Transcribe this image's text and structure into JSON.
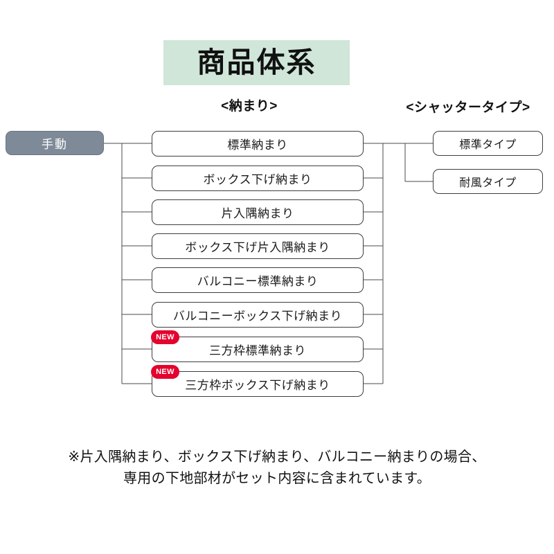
{
  "title": {
    "text": "商品体系",
    "banner_color": "#cfe6d9"
  },
  "headers": {
    "osamari": "<納まり>",
    "shutter": "<シャッタータイプ>"
  },
  "root": {
    "label": "手動",
    "color": "#7f8a98",
    "text_color": "#ffffff"
  },
  "badge": {
    "label": "NEW",
    "color": "#e4032e"
  },
  "osamari_nodes": [
    {
      "label": "標準納まり",
      "new": false
    },
    {
      "label": "ボックス下げ納まり",
      "new": false
    },
    {
      "label": "片入隅納まり",
      "new": false
    },
    {
      "label": "ボックス下げ片入隅納まり",
      "new": false
    },
    {
      "label": "バルコニー標準納まり",
      "new": false
    },
    {
      "label": "バルコニーボックス下げ納まり",
      "new": false
    },
    {
      "label": "三方枠標準納まり",
      "new": true
    },
    {
      "label": "三方枠ボックス下げ納まり",
      "new": true
    }
  ],
  "shutter_nodes": [
    {
      "label": "標準タイプ"
    },
    {
      "label": "耐風タイプ"
    }
  ],
  "footer": {
    "line1": "※片入隅納まり、ボックス下げ納まり、バルコニー納まりの場合、",
    "line2": "専用の下地部材がセット内容に含まれています。"
  }
}
